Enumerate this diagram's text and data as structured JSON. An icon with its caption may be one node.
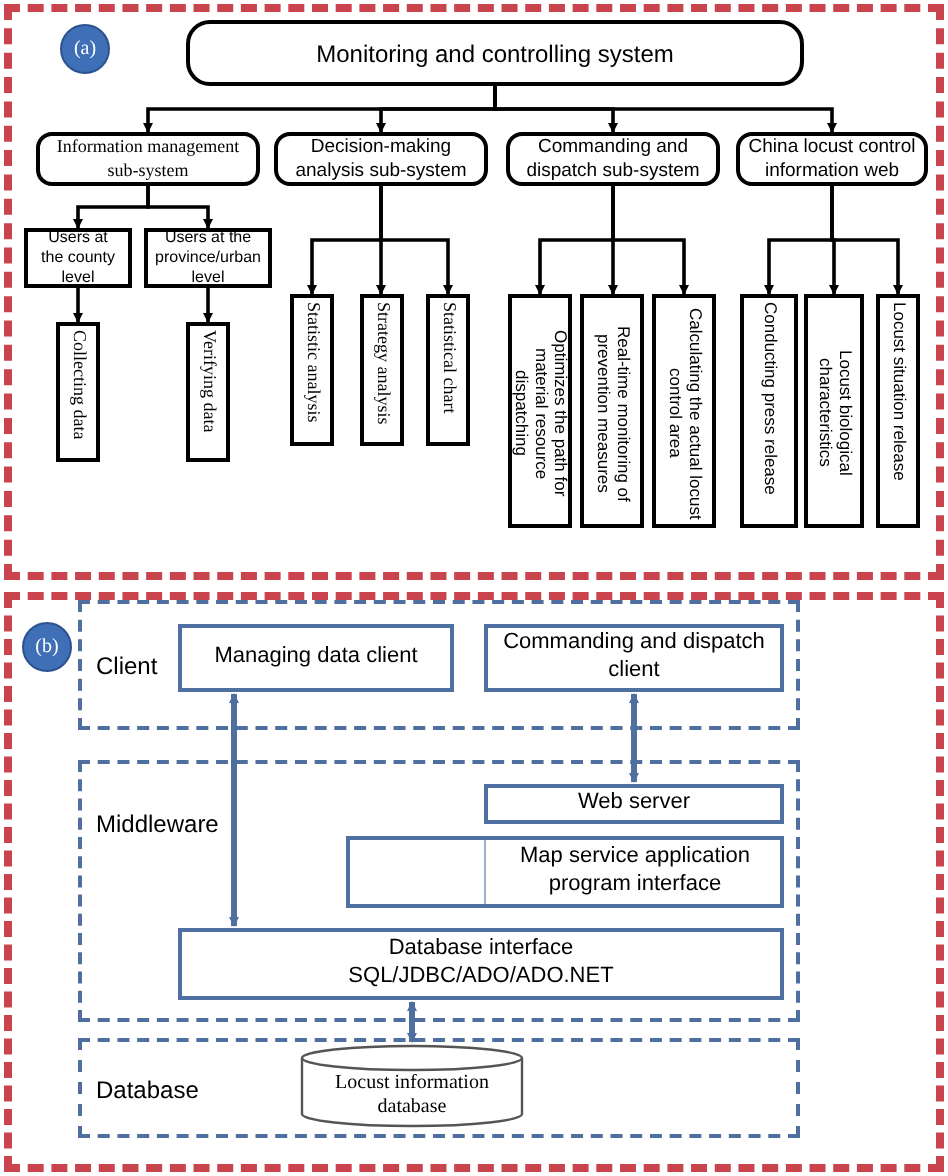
{
  "diagram": {
    "nodes": [
      {
        "text": [
          "Monitoring and controlling system"
        ]
      },
      {
        "text": [
          "Information management sub-system"
        ]
      },
      {
        "text": [
          "Decision-making analysis sub-system"
        ]
      },
      {
        "text": [
          "Commanding and dispatch sub-system"
        ]
      },
      {
        "text": [
          "China locust control information web"
        ]
      },
      {
        "text": [
          "Users at the county level"
        ]
      },
      {
        "text": [
          "Users at the province/urban level"
        ]
      },
      {
        "text": [
          "Collecting data"
        ]
      },
      {
        "text": [
          "Verifying data"
        ]
      },
      {
        "text": [
          "Statistic analysis"
        ]
      },
      {
        "text": [
          "Strategy analysis"
        ]
      },
      {
        "text": [
          "Statistical chart"
        ]
      },
      {
        "text": [
          "Optimizes the path for material resource dispatching"
        ]
      },
      {
        "text": [
          "Real-time monitoring of prevention measures"
        ]
      },
      {
        "text": [
          "Calculating the actual locust control area"
        ]
      },
      {
        "text": [
          "Conducting press release"
        ]
      },
      {
        "text": [
          "Locust biological characteristics"
        ]
      },
      {
        "text": [
          "Locust situation release"
        ]
      },
      {
        "text": [
          "Client"
        ]
      },
      {
        "text": [
          "Managing data client"
        ],
        "in": 18
      },
      {
        "text": [
          "Commanding and dispatch client"
        ],
        "in": 18
      },
      {
        "text": [
          "Middleware"
        ]
      },
      {
        "text": [
          "Web server"
        ],
        "in": 21
      },
      {
        "text": [
          "Map service application program interface"
        ],
        "in": 21
      },
      {
        "text": [
          "Database interface",
          "SQL/JDBC/ADO/ADO.NET"
        ],
        "in": 21
      },
      {
        "text": [
          "Database"
        ]
      },
      {
        "text": [
          "Locust information database"
        ],
        "in": 25
      }
    ],
    "edges": [
      {
        "from": 0,
        "to": 1,
        "arrow": "to"
      },
      {
        "from": 0,
        "to": 2,
        "arrow": "to"
      },
      {
        "from": 0,
        "to": 3,
        "arrow": "to"
      },
      {
        "from": 0,
        "to": 4,
        "arrow": "to"
      },
      {
        "from": 1,
        "to": 5,
        "arrow": "to"
      },
      {
        "from": 1,
        "to": 6,
        "arrow": "to"
      },
      {
        "from": 5,
        "to": 7,
        "arrow": "to"
      },
      {
        "from": 6,
        "to": 8,
        "arrow": "to"
      },
      {
        "from": 2,
        "to": 9,
        "arrow": "to"
      },
      {
        "from": 2,
        "to": 10,
        "arrow": "to"
      },
      {
        "from": 2,
        "to": 11,
        "arrow": "to"
      },
      {
        "from": 3,
        "to": 12,
        "arrow": "to"
      },
      {
        "from": 3,
        "to": 13,
        "arrow": "to"
      },
      {
        "from": 3,
        "to": 14,
        "arrow": "to"
      },
      {
        "from": 4,
        "to": 15,
        "arrow": "to"
      },
      {
        "from": 4,
        "to": 16,
        "arrow": "to"
      },
      {
        "from": 4,
        "to": 17,
        "arrow": "to"
      },
      {
        "from": 19,
        "to": 24,
        "arrow": "both",
        "color": "#4f6fa0"
      },
      {
        "from": 20,
        "to": 22,
        "arrow": "both",
        "color": "#4f6fa0"
      },
      {
        "from": 24,
        "to": 26,
        "arrow": "both",
        "color": "#4f6fa0"
      }
    ],
    "labels": [
      "(a)",
      "(b)"
    ]
  }
}
